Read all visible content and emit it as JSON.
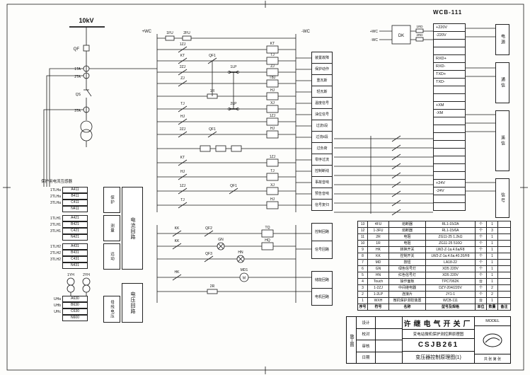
{
  "sheet": {
    "unit_title": "WCB-111"
  },
  "single": {
    "v": "10kV",
    "qf": "QF",
    "ta1": "1TA",
    "ta2": "2TA",
    "qs": "QS",
    "ta3": "3TA",
    "yh1": "1YH",
    "yh2": "2YH"
  },
  "sch": {
    "wcp": "+WC",
    "wcm": "-WC",
    "fu1": "1FU",
    "fu2": "2FU",
    "dk": "DK",
    "rd1": "1RD",
    "rd2": "2RD",
    "kt": "KT",
    "tj": "TJ",
    "zj": "ZJ",
    "zj1": "1ZJ",
    "zj2": "2ZJ",
    "tbj": "TBJ",
    "hj": "HJ",
    "xj": "XJ",
    "qf1": "QF1",
    "qf2": "QF2",
    "qf3": "QF3",
    "kk": "KK",
    "hk": "HK",
    "tq": "TQ",
    "hq": "HQ",
    "gn": "GN",
    "hn": "HN",
    "md1": "MD1",
    "m": "M",
    "r1": "1R",
    "r2": "2R",
    "lp1": "1LP",
    "lp2": "2LP"
  },
  "ct_title": "保护用电流互感器",
  "left_terminals": {
    "group1": [
      {
        "tag": "1TLHa",
        "code": "A411"
      },
      {
        "tag": "2TLHa",
        "code": "B411"
      },
      {
        "tag": "3TLHa",
        "code": "C411"
      },
      {
        "tag": "",
        "code": "N411"
      }
    ],
    "group2": [
      {
        "tag": "1TLH1",
        "code": "A421"
      },
      {
        "tag": "2TLH1",
        "code": "B421"
      },
      {
        "tag": "3TLH1",
        "code": "C421"
      },
      {
        "tag": "",
        "code": "N421"
      }
    ],
    "group3": [
      {
        "tag": "1TLH2",
        "code": "A431"
      },
      {
        "tag": "2TLH2",
        "code": "B431"
      },
      {
        "tag": "3TLH2",
        "code": "C431"
      },
      {
        "tag": "",
        "code": "N431"
      }
    ],
    "group4": [
      {
        "tag": "UHa",
        "code": "A630"
      },
      {
        "tag": "UHb",
        "code": "B630"
      },
      {
        "tag": "UHc",
        "code": "C630"
      },
      {
        "tag": "",
        "code": "N600"
      }
    ]
  },
  "left_boxes": {
    "b1": "保护",
    "b2": "测量",
    "b3": "远动",
    "b4": "母线电压",
    "t1": "电流回路",
    "t2": "电压回路"
  },
  "signals": {
    "column": [
      "装置故障",
      "保护动作",
      "重瓦斯",
      "轻瓦斯",
      "温度信号",
      "油位信号",
      "过流Ⅰ段",
      "过流Ⅱ段",
      "过负荷",
      "零序过流",
      "控制断线",
      "事故音响",
      "预告音响",
      "信号复归"
    ],
    "mid": [
      "控制回路",
      "信号回路"
    ],
    "low": [
      "储能回路",
      "电机回路"
    ]
  },
  "terminal": {
    "cells": [
      "+220V",
      "-220V",
      "",
      "",
      "RXD+",
      "RXD-",
      "TXD+",
      "TXD-",
      "",
      "",
      "+XM",
      "-XM",
      "",
      "",
      "",
      "",
      "",
      "",
      "",
      "",
      "+24V",
      "-24V",
      "",
      ""
    ],
    "groups": [
      "电源",
      "通信",
      "遥信",
      "信号"
    ]
  },
  "bom": {
    "headers": [
      "序号",
      "符号",
      "名称",
      "型号及规格",
      "单位",
      "数量",
      "备注"
    ],
    "rows": [
      [
        "13",
        "4FU",
        "熔断器",
        "RL1-15/2A",
        "个",
        "1",
        ""
      ],
      [
        "12",
        "1-3FU",
        "熔断器",
        "RL1-15/6A",
        "个",
        "3",
        ""
      ],
      [
        "11",
        "2R",
        "电阻",
        "ZG11-25 1.2kΩ",
        "个",
        "1",
        ""
      ],
      [
        "10",
        "1R",
        "电阻",
        "ZG11-25 510Ω",
        "个",
        "1",
        ""
      ],
      [
        "9",
        "HK",
        "转换开关",
        "LW2-Z-1a.4.6a/F8",
        "个",
        "1",
        ""
      ],
      [
        "8",
        "KK",
        "控制开关",
        "LW2-Z-1a.4.6a.40.20/F8",
        "个",
        "1",
        ""
      ],
      [
        "7",
        "MD",
        "按钮",
        "LA18-22",
        "个",
        "1",
        ""
      ],
      [
        "6",
        "GN",
        "绿色信号灯",
        "XD5 220V",
        "个",
        "1",
        ""
      ],
      [
        "5",
        "HN",
        "红色信号灯",
        "XD5 220V",
        "个",
        "1",
        ""
      ],
      [
        "4",
        "Touch",
        "操作面板",
        "TPC7062K",
        "台",
        "1",
        ""
      ],
      [
        "3",
        "1-2ZJ",
        "中间继电器",
        "DZY-204/220V",
        "个",
        "2",
        ""
      ],
      [
        "2",
        "1-2LP",
        "连接片",
        "JY1-1",
        "个",
        "2",
        ""
      ],
      [
        "1",
        "WXH",
        "微机保护测控装置",
        "WCB-111",
        "台",
        "1",
        ""
      ]
    ]
  },
  "title_block": {
    "stage": "施工图",
    "sign_rows": [
      [
        "设计",
        ""
      ],
      [
        "校对",
        ""
      ],
      [
        "审核",
        ""
      ],
      [
        "日期",
        ""
      ]
    ],
    "factory": "许继电气开关厂",
    "subtitle": "变电站微机保护测控屏原理图",
    "drawing_no": "CSJB261",
    "sheet_title": "变压器控制原理图(1)",
    "model_label": "MODEL",
    "sheets": "共 张 第 张"
  }
}
